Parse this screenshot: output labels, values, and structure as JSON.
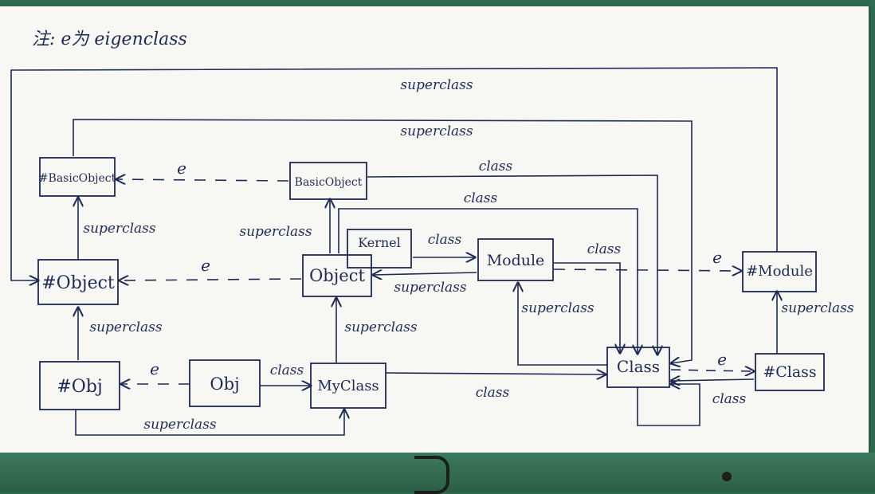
{
  "note": "注: e为 eigenclass",
  "nodes": {
    "e_basicobject": "#BasicObject",
    "basicobject": "BasicObject",
    "e_object": "#Object",
    "object": "Object",
    "kernel": "Kernel",
    "module": "Module",
    "e_module": "#Module",
    "class": "Class",
    "e_class": "#Class",
    "e_obj": "#Obj",
    "obj": "Obj",
    "myclass": "MyClass"
  },
  "edge_labels": {
    "superclass": "superclass",
    "class": "class",
    "e": "e"
  },
  "colors": {
    "ink": "#1f2a55",
    "paper": "#f7f8f4",
    "background": "#2f6b50"
  }
}
